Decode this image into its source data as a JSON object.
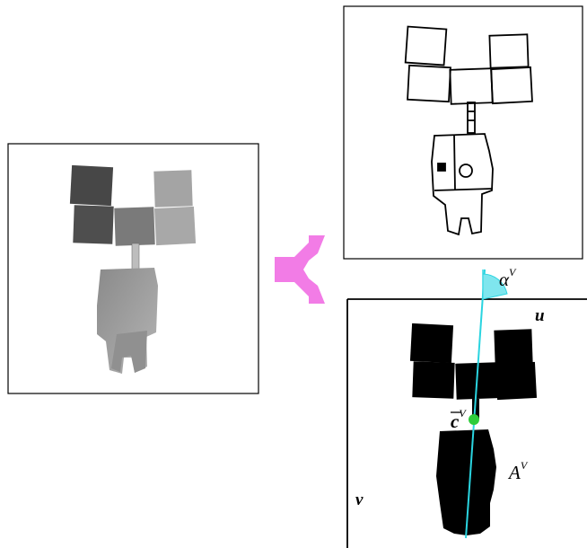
{
  "colors": {
    "background": "#ffffff",
    "frame": "#000000",
    "arrow": "#f27ce6",
    "axis_line": "#2ad4e0",
    "angle_wedge": "#7fe6ee",
    "centroid": "#2ecc3a",
    "silhouette": "#000000"
  },
  "icons": {
    "merge_arrow": "y-fork-arrow-icon",
    "centroid": "centroid-dot-icon"
  },
  "panels": {
    "depth_image": {
      "label": ""
    },
    "edge_image": {
      "label": ""
    },
    "binary_image": {
      "label": ""
    }
  },
  "labels": {
    "angle": {
      "base": "α",
      "sup": "V"
    },
    "u_axis": "u",
    "v_axis": "v",
    "centroid": {
      "base": "c",
      "sup": "V"
    },
    "area": {
      "base": "A",
      "sup": "V"
    }
  }
}
